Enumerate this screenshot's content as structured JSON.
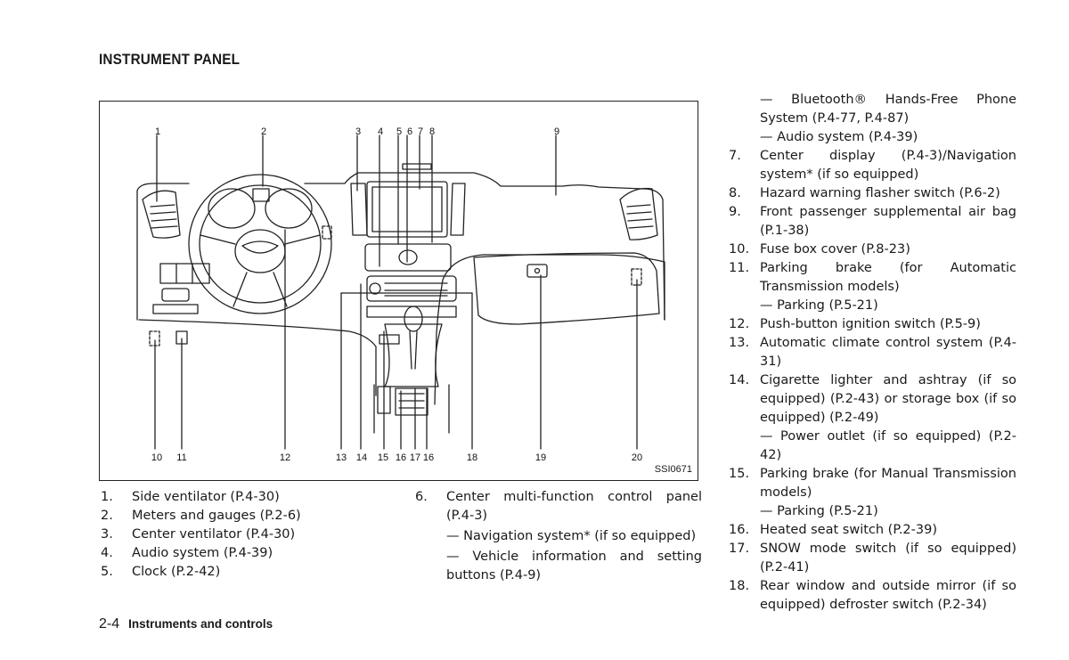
{
  "section_title": "INSTRUMENT PANEL",
  "figure": {
    "code": "SSI0671",
    "top_callouts": [
      "1",
      "2",
      "3",
      "4",
      "5",
      "6",
      "7",
      "8",
      "9"
    ],
    "bottom_callouts": [
      "10",
      "11",
      "12",
      "13",
      "14",
      "15",
      "16",
      "17",
      "18",
      "19",
      "20"
    ]
  },
  "items": [
    {
      "num": "1.",
      "text": "Side ventilator (P.4-30)"
    },
    {
      "num": "2.",
      "text": "Meters and gauges (P.2-6)"
    },
    {
      "num": "3.",
      "text": "Center ventilator (P.4-30)"
    },
    {
      "num": "4.",
      "text": "Audio system (P.4-39)"
    },
    {
      "num": "5.",
      "text": "Clock (P.2-42)"
    },
    {
      "num": "6.",
      "text": "Center multi-function control panel (P.4-3)",
      "subs": [
        "— Navigation system* (if so equipped)",
        "— Vehicle information and setting buttons (P.4-9)"
      ]
    },
    {
      "num": "",
      "text": "",
      "subs": [
        "— Bluetooth® Hands-Free Phone System (P.4-77, P.4-87)",
        "— Audio system (P.4-39)"
      ]
    },
    {
      "num": "7.",
      "text": "Center display (P.4-3)/Navigation system* (if so equipped)"
    },
    {
      "num": "8.",
      "text": "Hazard warning flasher switch (P.6-2)"
    },
    {
      "num": "9.",
      "text": "Front passenger supplemental air bag (P.1-38)"
    },
    {
      "num": "10.",
      "text": "Fuse box cover (P.8-23)"
    },
    {
      "num": "11.",
      "text": "Parking brake (for Automatic Transmission models)",
      "subs": [
        "— Parking (P.5-21)"
      ]
    },
    {
      "num": "12.",
      "text": "Push-button ignition switch (P.5-9)"
    },
    {
      "num": "13.",
      "text": "Automatic climate control system (P.4-31)"
    },
    {
      "num": "14.",
      "text": "Cigarette lighter and ashtray (if so equipped) (P.2-43) or storage box (if so equipped) (P.2-49)",
      "subs": [
        "— Power outlet (if so equipped) (P.2-42)"
      ]
    },
    {
      "num": "15.",
      "text": "Parking brake (for Manual Transmission models)",
      "subs": [
        "— Parking (P.5-21)"
      ]
    },
    {
      "num": "16.",
      "text": "Heated seat switch (P.2-39)"
    },
    {
      "num": "17.",
      "text": "SNOW mode switch (if so equipped) (P.2-41)"
    },
    {
      "num": "18.",
      "text": "Rear window and outside mirror (if so equipped) defroster switch (P.2-34)"
    }
  ],
  "footer": {
    "page": "2-4",
    "section": "Instruments and controls"
  }
}
